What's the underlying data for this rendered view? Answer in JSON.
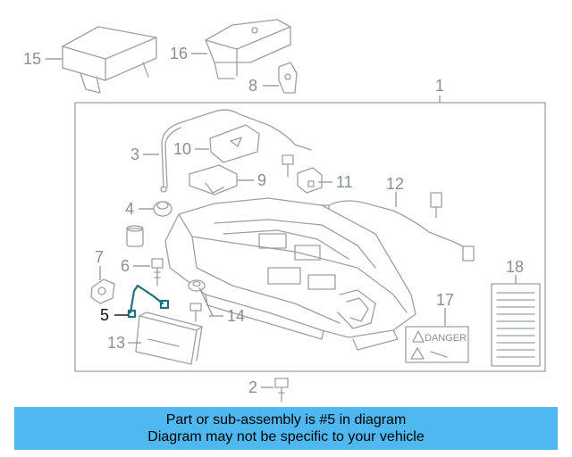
{
  "callouts": {
    "c1": "1",
    "c2": "2",
    "c3": "3",
    "c4": "4",
    "c5": "5",
    "c6": "6",
    "c7": "7",
    "c8": "8",
    "c9": "9",
    "c10": "10",
    "c11": "11",
    "c12": "12",
    "c13": "13",
    "c14": "14",
    "c15": "15",
    "c16": "16",
    "c17": "17",
    "c18": "18"
  },
  "highlighted_callout": "5",
  "danger_label": "DANGER",
  "banner": {
    "line1": "Part or sub-assembly is #5 in diagram",
    "line2": "Diagram may not be specific to your vehicle",
    "background": "#4fb8f0"
  },
  "colors": {
    "line_art": "#9aa0a6",
    "highlight": "#1f6f80"
  }
}
